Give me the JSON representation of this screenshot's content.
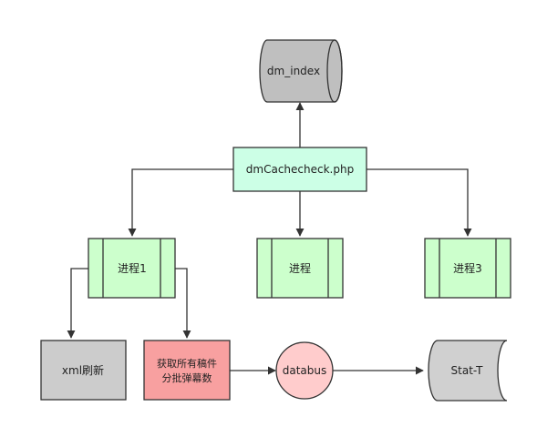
{
  "diagram": {
    "nodes": {
      "dm_index": {
        "label": "dm_index",
        "kind": "database",
        "fill": "#bfbfbf"
      },
      "dmcachecheck": {
        "label": "dmCachecheck.php",
        "kind": "process",
        "fill": "#ccffe6"
      },
      "process1": {
        "label": "进程1",
        "kind": "subprocess",
        "fill": "#ccffcc"
      },
      "process2": {
        "label": "进程",
        "kind": "subprocess",
        "fill": "#ccffcc"
      },
      "process3": {
        "label": "进程3",
        "kind": "subprocess",
        "fill": "#ccffcc"
      },
      "xml_refresh": {
        "label": "xml刷新",
        "kind": "process",
        "fill": "#cccccc"
      },
      "fetch_manuscripts": {
        "label_line1": "获取所有稿件",
        "label_line2": "分批弹幕数",
        "kind": "process",
        "fill": "#f8a0a0"
      },
      "databus": {
        "label": "databus",
        "kind": "connector",
        "fill": "#ffcccc"
      },
      "stat_t": {
        "label": "Stat-T",
        "kind": "stored-data",
        "fill": "#d0d0d0"
      }
    },
    "edges": [
      {
        "from": "dmcachecheck",
        "to": "dm_index"
      },
      {
        "from": "dmcachecheck",
        "to": "process1"
      },
      {
        "from": "dmcachecheck",
        "to": "process2"
      },
      {
        "from": "dmcachecheck",
        "to": "process3"
      },
      {
        "from": "process1",
        "to": "xml_refresh"
      },
      {
        "from": "process1",
        "to": "fetch_manuscripts"
      },
      {
        "from": "fetch_manuscripts",
        "to": "databus"
      },
      {
        "from": "databus",
        "to": "stat_t"
      }
    ],
    "colors": {
      "stroke": "#333333",
      "edge": "#333333"
    }
  }
}
